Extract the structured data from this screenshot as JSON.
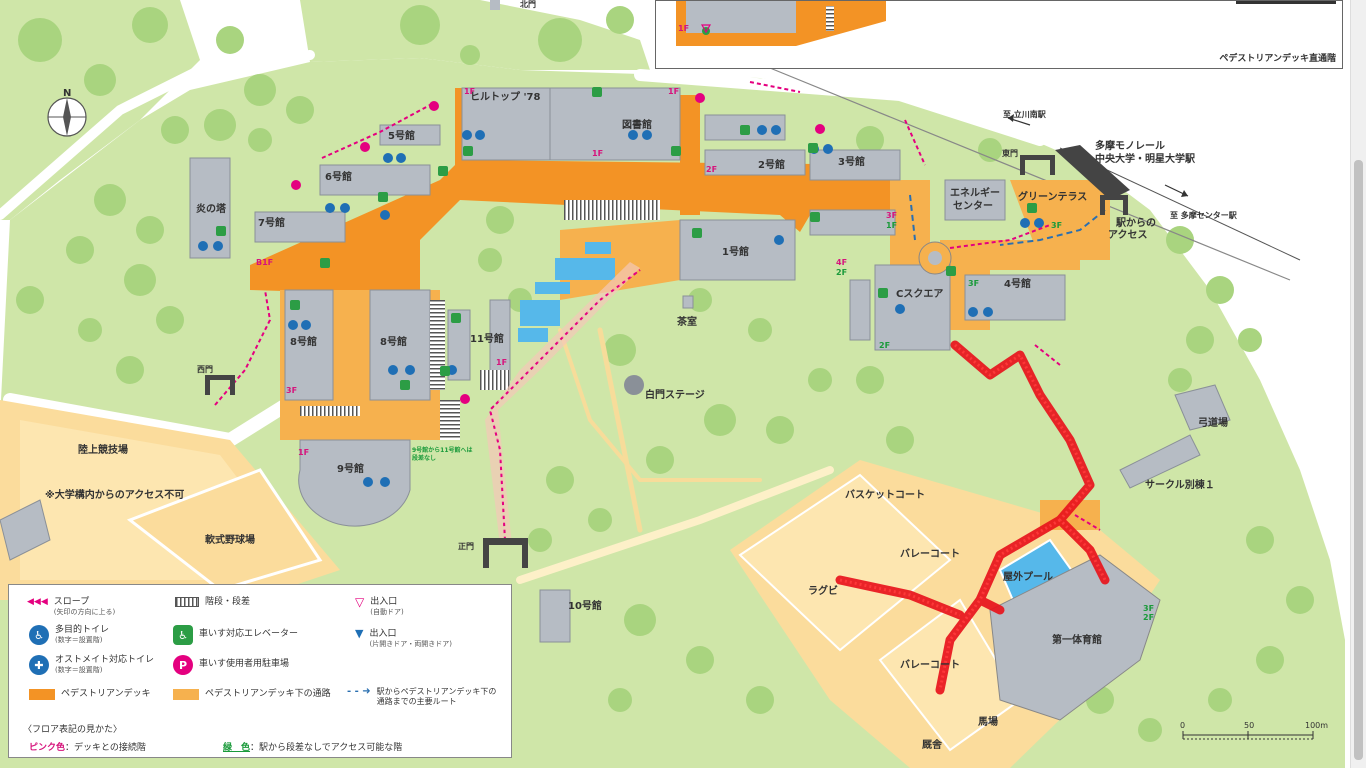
{
  "colors": {
    "ground": "#cfe6a8",
    "tree": "#a9d47f",
    "field": "#fbdc9c",
    "building": "#b6bcc4",
    "deck": "#f39325",
    "under_deck": "#f6b14e",
    "slope": "#e4007f",
    "toilet": "#1f6fb5",
    "elevator": "#2c9d45",
    "parking": "#e4007f",
    "pool": "#56b8ea",
    "route": "#2a6fb0",
    "highlight": "#e8141c"
  },
  "compass": {
    "north": "N"
  },
  "inset": {
    "caption": "ペデストリアンデッキ直通階",
    "floor_label": "1F"
  },
  "buildings": {
    "hilltop": "ヒルトップ '78",
    "library": "図書館",
    "b5": "5号館",
    "b6": "6号館",
    "b7": "7号館",
    "enba": "炎の塔",
    "b8a": "8号館",
    "b8b": "8号館",
    "b11": "11号館",
    "b9": "9号館",
    "b1": "1号館",
    "b2": "2号館",
    "b3": "3号館",
    "energy": "エネルギー\nセンター",
    "green_terrace": "グリーンテラス",
    "c_square": "Cスクエア",
    "b4": "4号館",
    "b10": "10号館",
    "chashitsu": "茶室",
    "shiramon_stage": "白門ステージ",
    "kyudojo": "弓道場",
    "circle": "サークル別棟１",
    "gym": "第一体育館",
    "pool": "屋外プール",
    "basket": "バスケットコート",
    "volley1": "バレーコート",
    "volley2": "バレーコート",
    "rugby": "ラグビ",
    "bajo": "馬場",
    "bakyu": "厩舎",
    "track": "陸上競技場",
    "baseball": "軟式野球場",
    "no_access": "※大学構内からのアクセス不可"
  },
  "gates": {
    "nishimon": "西門",
    "seimon": "正門",
    "toumon": "東門",
    "kitamon": "北門"
  },
  "stations": {
    "monorail": "多摩モノレール\n中央大学・明星大学駅",
    "tachikawa": "至 立川南駅",
    "tama_center": "至 多摩センター駅",
    "access": "駅からの\nアクセス"
  },
  "floors": {
    "hilltop_1f": "1F",
    "library_1f": "1F",
    "library_1f_b": "1F",
    "b2_2f": "2F",
    "b3_3f": "3F",
    "b3_1f": "1F",
    "b1_4f": "4F",
    "b1_2f": "2F",
    "b7_b1f": "B1F",
    "b8_3f": "3F",
    "b9_1f": "1F",
    "b11_1f": "1F",
    "c_2f": "2F",
    "c_3f": "3F",
    "gt_3f": "3F",
    "gym_3f": "3F",
    "gym_2f": "2F"
  },
  "nine_note": "9号館から11号館へは\n段差なし",
  "legend": {
    "slope": "スロープ",
    "slope_sub": "(矢印の方向に上る)",
    "stairs": "階段・段差",
    "entrance_auto": "出入口",
    "entrance_auto_sub": "(自動ドア)",
    "toilet": "多目的トイレ",
    "toilet_sub": "(数字＝設置階)",
    "elevator": "車いす対応エレベーター",
    "entrance_manual": "出入口",
    "entrance_manual_sub": "(片開きドア・両開きドア)",
    "ostomate": "オストメイト対応トイレ",
    "ostomate_sub": "(数字＝設置階)",
    "parking": "車いす使用者用駐車場",
    "deck": "ペデストリアンデッキ",
    "under_deck": "ペデストリアンデッキ下の通路",
    "route": "駅からペデストリアンデッキ下の\n通路までの主要ルート",
    "floor_heading": "〈フロア表記の見かた〉",
    "pink_label": "ピンク色",
    "pink_desc": "：デッキとの接続階",
    "green_label": "緑　色",
    "green_desc": "：駅から段差なしでアクセス可能な階"
  },
  "scale": {
    "zero": "0",
    "fifty": "50",
    "hundred": "100m"
  }
}
